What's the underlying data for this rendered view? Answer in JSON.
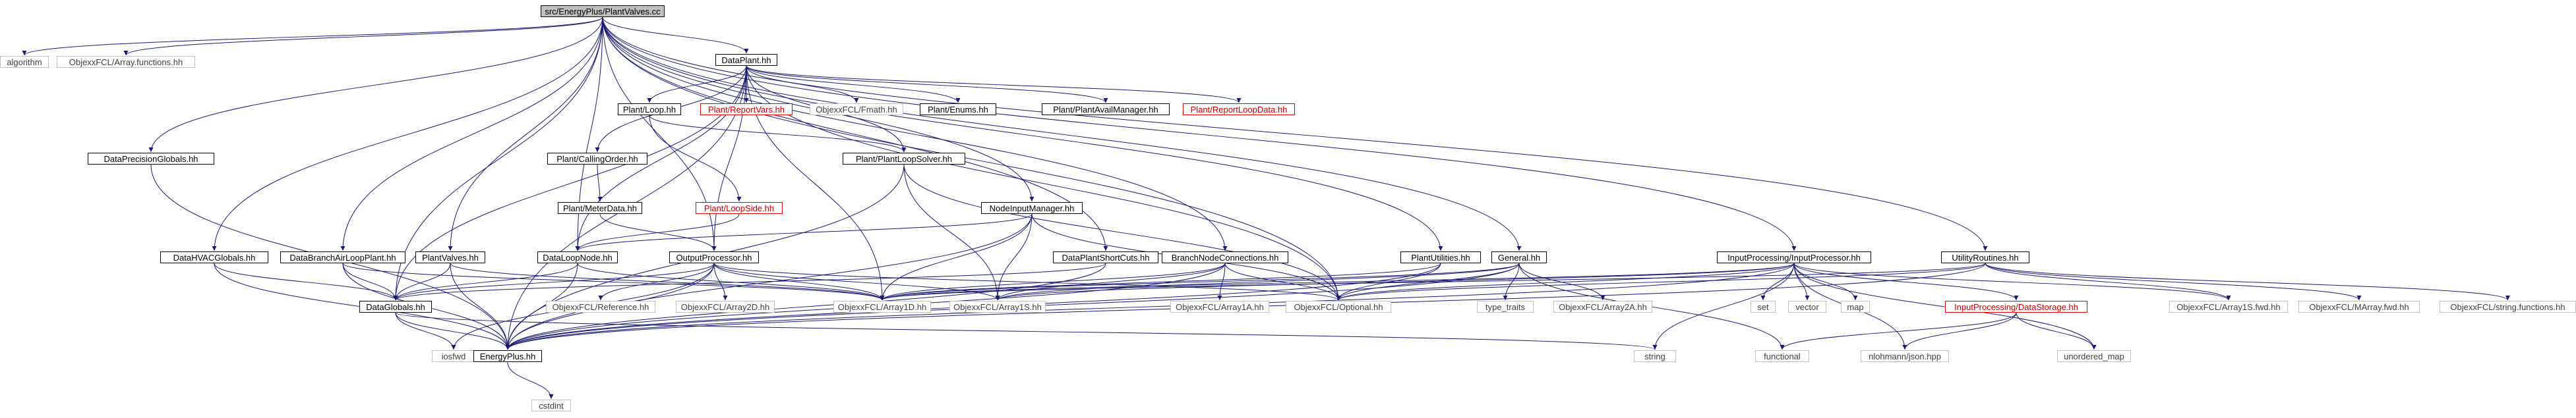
{
  "graph": {
    "colors": {
      "edge": "#191970",
      "border": "#000000",
      "root_fill": "#bfbfbf",
      "missing_border": "#e00000",
      "missing_text": "#c00000",
      "external_border": "#bfbfbf"
    },
    "nodes": [
      {
        "id": "root",
        "label": "src/EnergyPlus/PlantValves.cc",
        "kind": "root"
      },
      {
        "id": "algorithm",
        "label": "algorithm",
        "kind": "ext"
      },
      {
        "id": "arrayfn",
        "label": "ObjexxFCL/Array.functions.hh",
        "kind": "ext"
      },
      {
        "id": "dataplant",
        "label": "DataPlant.hh",
        "kind": "local"
      },
      {
        "id": "plantloop",
        "label": "Plant/Loop.hh",
        "kind": "local"
      },
      {
        "id": "reportvars",
        "label": "Plant/ReportVars.hh",
        "kind": "red"
      },
      {
        "id": "fmath",
        "label": "ObjexxFCL/Fmath.hh",
        "kind": "ext"
      },
      {
        "id": "enums",
        "label": "Plant/Enums.hh",
        "kind": "local"
      },
      {
        "id": "availmgr",
        "label": "Plant/PlantAvailManager.hh",
        "kind": "local"
      },
      {
        "id": "reportloop",
        "label": "Plant/ReportLoopData.hh",
        "kind": "red"
      },
      {
        "id": "precglobals",
        "label": "DataPrecisionGlobals.hh",
        "kind": "local"
      },
      {
        "id": "callingorder",
        "label": "Plant/CallingOrder.hh",
        "kind": "local"
      },
      {
        "id": "plantloopsolver",
        "label": "Plant/PlantLoopSolver.hh",
        "kind": "local"
      },
      {
        "id": "meterdata",
        "label": "Plant/MeterData.hh",
        "kind": "local"
      },
      {
        "id": "loopside",
        "label": "Plant/LoopSide.hh",
        "kind": "red"
      },
      {
        "id": "nodeinput",
        "label": "NodeInputManager.hh",
        "kind": "local"
      },
      {
        "id": "hvacglobals",
        "label": "DataHVACGlobals.hh",
        "kind": "local"
      },
      {
        "id": "branchair",
        "label": "DataBranchAirLoopPlant.hh",
        "kind": "local"
      },
      {
        "id": "plantvalves",
        "label": "PlantValves.hh",
        "kind": "local"
      },
      {
        "id": "dataloopnode",
        "label": "DataLoopNode.hh",
        "kind": "local"
      },
      {
        "id": "outputproc",
        "label": "OutputProcessor.hh",
        "kind": "local"
      },
      {
        "id": "shortcuts",
        "label": "DataPlantShortCuts.hh",
        "kind": "local"
      },
      {
        "id": "branchnode",
        "label": "BranchNodeConnections.hh",
        "kind": "local"
      },
      {
        "id": "plantutil",
        "label": "PlantUtilities.hh",
        "kind": "local"
      },
      {
        "id": "general",
        "label": "General.hh",
        "kind": "local"
      },
      {
        "id": "inputproc",
        "label": "InputProcessing/InputProcessor.hh",
        "kind": "local"
      },
      {
        "id": "utilroutines",
        "label": "UtilityRoutines.hh",
        "kind": "local"
      },
      {
        "id": "dataglobals",
        "label": "DataGlobals.hh",
        "kind": "local"
      },
      {
        "id": "reference",
        "label": "ObjexxFCL/Reference.hh",
        "kind": "ext"
      },
      {
        "id": "array2d",
        "label": "ObjexxFCL/Array2D.hh",
        "kind": "ext"
      },
      {
        "id": "array1d",
        "label": "ObjexxFCL/Array1D.hh",
        "kind": "ext"
      },
      {
        "id": "array1s",
        "label": "ObjexxFCL/Array1S.hh",
        "kind": "ext"
      },
      {
        "id": "array1a",
        "label": "ObjexxFCL/Array1A.hh",
        "kind": "ext"
      },
      {
        "id": "optional",
        "label": "ObjexxFCL/Optional.hh",
        "kind": "ext"
      },
      {
        "id": "typetraits",
        "label": "type_traits",
        "kind": "ext"
      },
      {
        "id": "array2a",
        "label": "ObjexxFCL/Array2A.hh",
        "kind": "ext"
      },
      {
        "id": "set",
        "label": "set",
        "kind": "ext"
      },
      {
        "id": "vector",
        "label": "vector",
        "kind": "ext"
      },
      {
        "id": "map",
        "label": "map",
        "kind": "ext"
      },
      {
        "id": "datastorage",
        "label": "InputProcessing/DataStorage.hh",
        "kind": "red"
      },
      {
        "id": "array1sfwd",
        "label": "ObjexxFCL/Array1S.fwd.hh",
        "kind": "ext"
      },
      {
        "id": "marrayfwd",
        "label": "ObjexxFCL/MArray.fwd.hh",
        "kind": "ext"
      },
      {
        "id": "stringfn",
        "label": "ObjexxFCL/string.functions.hh",
        "kind": "ext"
      },
      {
        "id": "iosfwd",
        "label": "iosfwd",
        "kind": "ext"
      },
      {
        "id": "energyplus",
        "label": "EnergyPlus.hh",
        "kind": "local"
      },
      {
        "id": "string",
        "label": "string",
        "kind": "ext"
      },
      {
        "id": "functional",
        "label": "functional",
        "kind": "ext"
      },
      {
        "id": "json",
        "label": "nlohmann/json.hpp",
        "kind": "ext"
      },
      {
        "id": "umap",
        "label": "unordered_map",
        "kind": "ext"
      },
      {
        "id": "cstdint",
        "label": "cstdint",
        "kind": "ext"
      }
    ],
    "edges": [
      [
        "root",
        "algorithm"
      ],
      [
        "root",
        "arrayfn"
      ],
      [
        "root",
        "dataplant"
      ],
      [
        "root",
        "precglobals"
      ],
      [
        "root",
        "hvacglobals"
      ],
      [
        "root",
        "branchair"
      ],
      [
        "root",
        "plantvalves"
      ],
      [
        "root",
        "dataloopnode"
      ],
      [
        "root",
        "dataglobals"
      ],
      [
        "root",
        "nodeinput"
      ],
      [
        "root",
        "shortcuts"
      ],
      [
        "root",
        "branchnode"
      ],
      [
        "root",
        "plantutil"
      ],
      [
        "root",
        "general"
      ],
      [
        "root",
        "inputproc"
      ],
      [
        "root",
        "utilroutines"
      ],
      [
        "root",
        "outputproc"
      ],
      [
        "root",
        "optional"
      ],
      [
        "dataplant",
        "plantloop"
      ],
      [
        "dataplant",
        "reportvars"
      ],
      [
        "dataplant",
        "fmath"
      ],
      [
        "dataplant",
        "enums"
      ],
      [
        "dataplant",
        "availmgr"
      ],
      [
        "dataplant",
        "reportloop"
      ],
      [
        "dataplant",
        "callingorder"
      ],
      [
        "dataplant",
        "plantloopsolver"
      ],
      [
        "dataplant",
        "dataloopnode"
      ],
      [
        "dataplant",
        "outputproc"
      ],
      [
        "dataplant",
        "dataglobals"
      ],
      [
        "dataplant",
        "array1d"
      ],
      [
        "dataplant",
        "optional"
      ],
      [
        "dataplant",
        "energyplus"
      ],
      [
        "plantloop",
        "plantloopsolver"
      ],
      [
        "plantloop",
        "loopside"
      ],
      [
        "callingorder",
        "meterdata"
      ],
      [
        "meterdata",
        "outputproc"
      ],
      [
        "loopside",
        "dataloopnode"
      ],
      [
        "plantloopsolver",
        "array1s"
      ],
      [
        "plantloopsolver",
        "optional"
      ],
      [
        "plantloopsolver",
        "energyplus"
      ],
      [
        "precglobals",
        "energyplus"
      ],
      [
        "nodeinput",
        "dataloopnode"
      ],
      [
        "nodeinput",
        "array1d"
      ],
      [
        "nodeinput",
        "array1s"
      ],
      [
        "nodeinput",
        "optional"
      ],
      [
        "nodeinput",
        "energyplus"
      ],
      [
        "hvacglobals",
        "dataglobals"
      ],
      [
        "hvacglobals",
        "energyplus"
      ],
      [
        "branchair",
        "dataglobals"
      ],
      [
        "branchair",
        "energyplus"
      ],
      [
        "branchair",
        "array1d"
      ],
      [
        "plantvalves",
        "dataglobals"
      ],
      [
        "plantvalves",
        "energyplus"
      ],
      [
        "plantvalves",
        "array1d"
      ],
      [
        "dataloopnode",
        "dataglobals"
      ],
      [
        "dataloopnode",
        "array1d"
      ],
      [
        "dataloopnode",
        "energyplus"
      ],
      [
        "outputproc",
        "dataglobals"
      ],
      [
        "outputproc",
        "reference"
      ],
      [
        "outputproc",
        "array2d"
      ],
      [
        "outputproc",
        "array1d"
      ],
      [
        "outputproc",
        "array1s"
      ],
      [
        "outputproc",
        "optional"
      ],
      [
        "outputproc",
        "iosfwd"
      ],
      [
        "outputproc",
        "energyplus"
      ],
      [
        "shortcuts",
        "dataglobals"
      ],
      [
        "shortcuts",
        "energyplus"
      ],
      [
        "branchnode",
        "array1d"
      ],
      [
        "branchnode",
        "array1s"
      ],
      [
        "branchnode",
        "array1a"
      ],
      [
        "branchnode",
        "optional"
      ],
      [
        "branchnode",
        "energyplus"
      ],
      [
        "plantutil",
        "array1d"
      ],
      [
        "plantutil",
        "optional"
      ],
      [
        "plantutil",
        "energyplus"
      ],
      [
        "general",
        "array1d"
      ],
      [
        "general",
        "array1s"
      ],
      [
        "general",
        "optional"
      ],
      [
        "general",
        "typetraits"
      ],
      [
        "general",
        "array2a"
      ],
      [
        "general",
        "energyplus"
      ],
      [
        "general",
        "functional"
      ],
      [
        "inputproc",
        "datastorage"
      ],
      [
        "inputproc",
        "set"
      ],
      [
        "inputproc",
        "vector"
      ],
      [
        "inputproc",
        "map"
      ],
      [
        "inputproc",
        "string"
      ],
      [
        "inputproc",
        "json"
      ],
      [
        "inputproc",
        "umap"
      ],
      [
        "inputproc",
        "array1d"
      ],
      [
        "inputproc",
        "array1s"
      ],
      [
        "inputproc",
        "optional"
      ],
      [
        "inputproc",
        "energyplus"
      ],
      [
        "inputproc",
        "array1sfwd"
      ],
      [
        "datastorage",
        "functional"
      ],
      [
        "datastorage",
        "json"
      ],
      [
        "datastorage",
        "umap"
      ],
      [
        "utilroutines",
        "array1sfwd"
      ],
      [
        "utilroutines",
        "marrayfwd"
      ],
      [
        "utilroutines",
        "stringfn"
      ],
      [
        "utilroutines",
        "optional"
      ],
      [
        "utilroutines",
        "energyplus"
      ],
      [
        "utilroutines",
        "array1d"
      ],
      [
        "dataglobals",
        "iosfwd"
      ],
      [
        "dataglobals",
        "energyplus"
      ],
      [
        "dataglobals",
        "string"
      ],
      [
        "energyplus",
        "cstdint"
      ]
    ]
  }
}
